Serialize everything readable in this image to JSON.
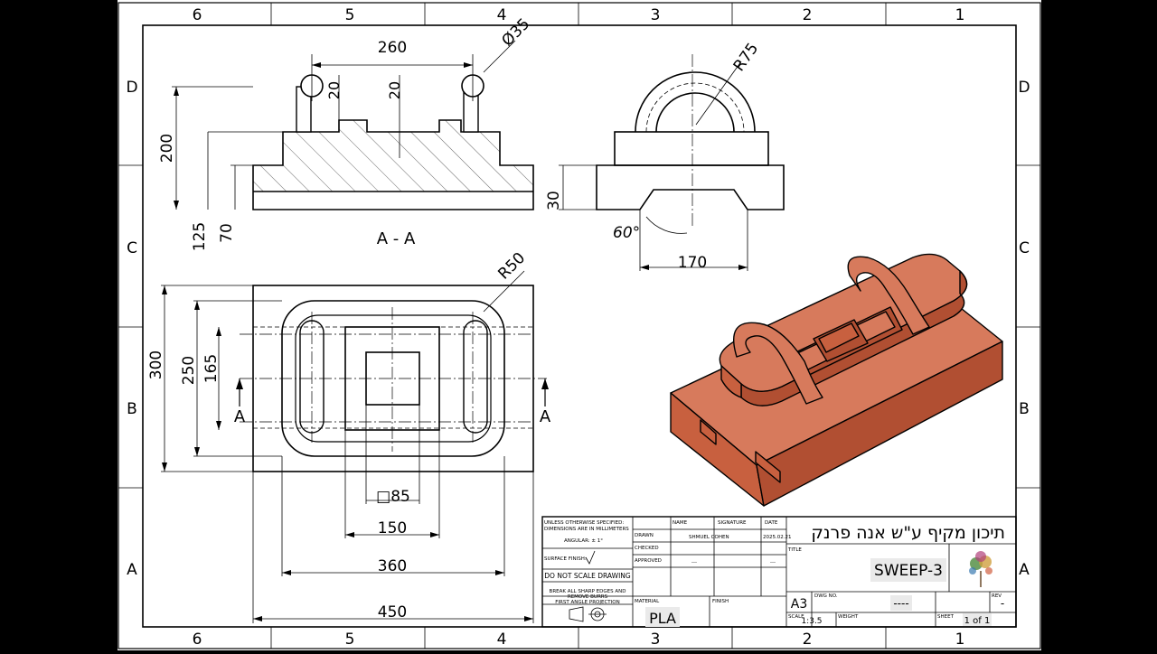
{
  "frame": {
    "columns": [
      "6",
      "5",
      "4",
      "3",
      "2",
      "1"
    ],
    "rows": [
      "D",
      "C",
      "B",
      "A"
    ]
  },
  "views": {
    "section_label": "A - A",
    "section_arrow_label": "A"
  },
  "dimensions": {
    "width_260": "260",
    "diameter_35": "Ø35",
    "height_20_a": "20",
    "height_20_b": "20",
    "height_200": "200",
    "height_125": "125",
    "height_70": "70",
    "radius_75": "R75",
    "height_30": "30",
    "angle_60": "60°",
    "width_170": "170",
    "radius_50": "R50",
    "height_300": "300",
    "height_250": "250",
    "height_165": "165",
    "square_85": "□85",
    "width_150": "150",
    "width_360": "360",
    "width_450": "450"
  },
  "title_block": {
    "notes_line1": "UNLESS OTHERWISE SPECIFIED:",
    "notes_line2": "DIMENSIONS ARE IN MILLIMETERS",
    "angular": "ANGULAR: ± 1°",
    "surface_finish": "SURFACE FINISH:",
    "do_not_scale": "DO NOT SCALE DRAWING",
    "break_edges_1": "BREAK ALL SHARP EDGES AND",
    "break_edges_2": "REMOVE BURRS",
    "projection": "FIRST ANGLE PROJECTION",
    "col_name": "NAME",
    "col_signature": "SIGNATURE",
    "col_date": "DATE",
    "row_drawn": "DRAWN",
    "row_checked": "CHECKED",
    "row_approved": "APPROVED",
    "drawn_name": "SHMUEL COHEN",
    "drawn_date": "2025.02.21",
    "approved_name": "---",
    "approved_date": "---",
    "header_text": "תיכון מקיף ע\"ש אנה פרנק",
    "title_label": "TITLE",
    "title": "SWEEP-3",
    "material_label": "MATERIAL",
    "material": "PLA",
    "finish_label": "FINISH",
    "size": "A3",
    "dwg_label": "DWG NO.",
    "dwg_no": "----",
    "rev_label": "REV",
    "rev": "-",
    "scale_label": "SCALE",
    "scale": "1:3.5",
    "weight_label": "WEIGHT",
    "sheet_label": "SHEET",
    "sheet": "1 of 1"
  },
  "colors": {
    "part_top": "#d77a5c",
    "part_front": "#c8603f",
    "part_side": "#b14f32"
  }
}
